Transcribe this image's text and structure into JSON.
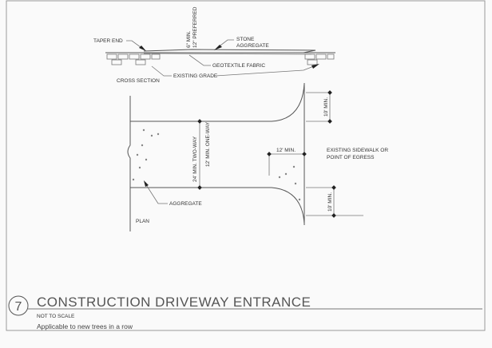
{
  "cross_section": {
    "taper_end": "TAPER END",
    "depth_min": "6\" MIN.",
    "depth_preferred": "12\" PREFERRED",
    "stone": "STONE",
    "aggregate": "AGGREGATE",
    "geotextile": "GEOTEXTILE FABRIC",
    "existing_grade": "EXISTING GRADE",
    "label": "CROSS SECTION"
  },
  "plan": {
    "width_two_way": "24' MIN. TWO-WAY",
    "width_one_way": "12' MIN. ONE-WAY",
    "length": "12' MIN.",
    "radius_top": "10' MIN.",
    "radius_bottom": "10' MIN.",
    "sidewalk_line1": "EXISTING SIDEWALK OR",
    "sidewalk_line2": "POINT OF EGRESS",
    "aggregate": "AGGREGATE",
    "label": "PLAN"
  },
  "title_block": {
    "detail_number": "7",
    "title": "CONSTRUCTION DRIVEWAY ENTRANCE",
    "scale": "NOT TO SCALE",
    "note": "Applicable to new trees in a row"
  }
}
